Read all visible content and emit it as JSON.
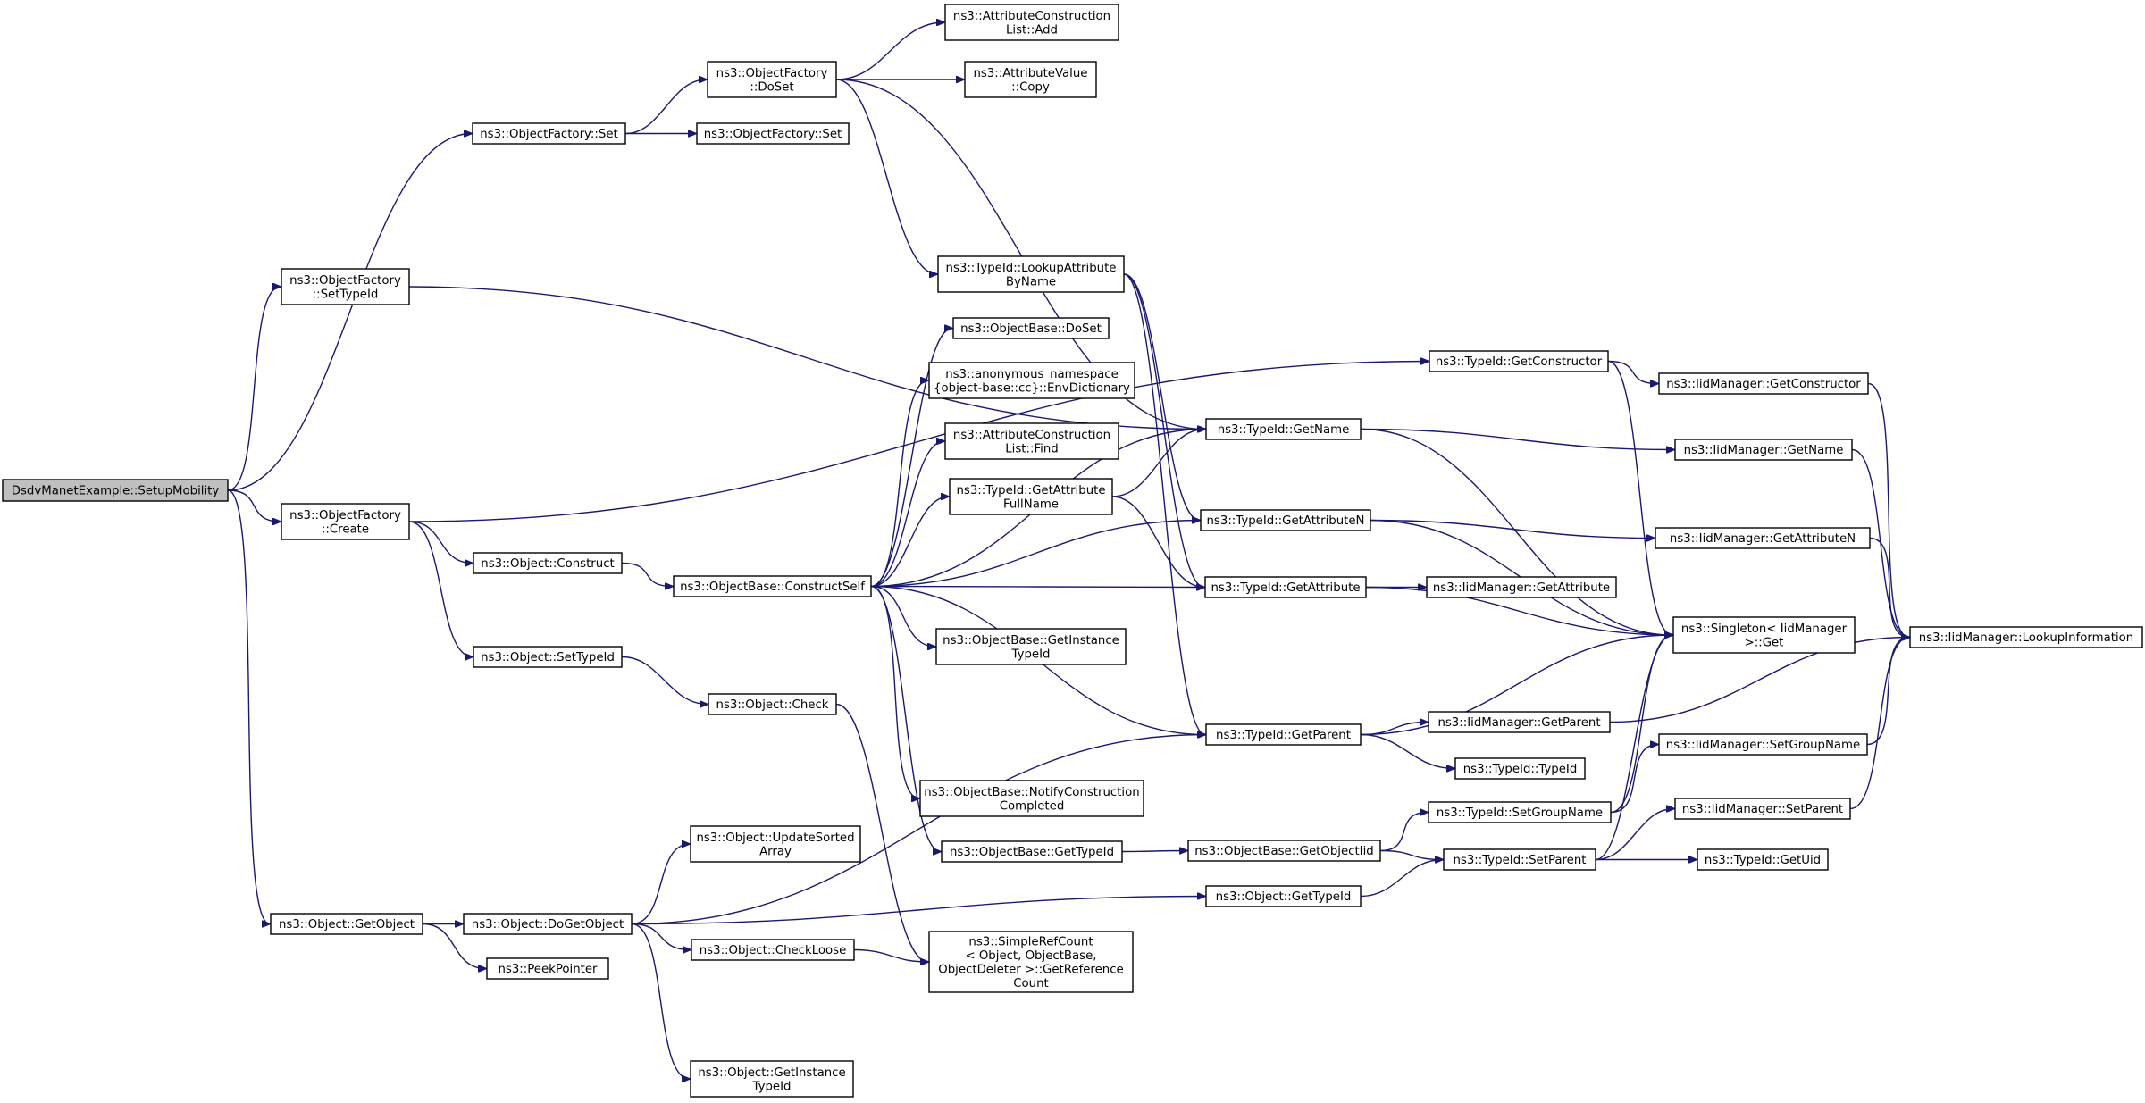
{
  "diagram": {
    "type": "call-graph",
    "colors": {
      "edge": "#191970",
      "node_border": "#000000",
      "root_fill": "#bfbfbf",
      "node_fill": "#ffffff"
    },
    "nodes": [
      {
        "id": "setupmobility",
        "lines": [
          "DsdvManetExample::SetupMobility"
        ],
        "root": true
      },
      {
        "id": "of_set",
        "lines": [
          "ns3::ObjectFactory::Set"
        ]
      },
      {
        "id": "of_settypeid",
        "lines": [
          "ns3::ObjectFactory",
          "::SetTypeId"
        ]
      },
      {
        "id": "of_create",
        "lines": [
          "ns3::ObjectFactory",
          "::Create"
        ]
      },
      {
        "id": "obj_getobject",
        "lines": [
          "ns3::Object::GetObject"
        ]
      },
      {
        "id": "of_doset",
        "lines": [
          "ns3::ObjectFactory",
          "::DoSet"
        ]
      },
      {
        "id": "of_set2",
        "lines": [
          "ns3::ObjectFactory::Set"
        ]
      },
      {
        "id": "acl_add",
        "lines": [
          "ns3::AttributeConstruction",
          "List::Add"
        ]
      },
      {
        "id": "av_copy",
        "lines": [
          "ns3::AttributeValue",
          "::Copy"
        ]
      },
      {
        "id": "tid_lookupattr",
        "lines": [
          "ns3::TypeId::LookupAttribute",
          "ByName"
        ]
      },
      {
        "id": "ob_doset",
        "lines": [
          "ns3::ObjectBase::DoSet"
        ]
      },
      {
        "id": "envdict",
        "lines": [
          "ns3::anonymous_namespace",
          "{object-base::cc}::EnvDictionary"
        ]
      },
      {
        "id": "acl_find",
        "lines": [
          "ns3::AttributeConstruction",
          "List::Find"
        ]
      },
      {
        "id": "tid_getattrfullname",
        "lines": [
          "ns3::TypeId::GetAttribute",
          "FullName"
        ]
      },
      {
        "id": "obj_construct",
        "lines": [
          "ns3::Object::Construct"
        ]
      },
      {
        "id": "ob_constructself",
        "lines": [
          "ns3::ObjectBase::ConstructSelf"
        ]
      },
      {
        "id": "obj_settypeid",
        "lines": [
          "ns3::Object::SetTypeId"
        ]
      },
      {
        "id": "obj_check",
        "lines": [
          "ns3::Object::Check"
        ]
      },
      {
        "id": "ob_getinstancetypeid",
        "lines": [
          "ns3::ObjectBase::GetInstance",
          "TypeId"
        ]
      },
      {
        "id": "ob_notify",
        "lines": [
          "ns3::ObjectBase::NotifyConstruction",
          "Completed"
        ]
      },
      {
        "id": "ob_gettypeid",
        "lines": [
          "ns3::ObjectBase::GetTypeId"
        ]
      },
      {
        "id": "obj_updatesorted",
        "lines": [
          "ns3::Object::UpdateSorted",
          "Array"
        ]
      },
      {
        "id": "obj_dogetobject",
        "lines": [
          "ns3::Object::DoGetObject"
        ]
      },
      {
        "id": "peekpointer",
        "lines": [
          "ns3::PeekPointer"
        ]
      },
      {
        "id": "obj_checkloose",
        "lines": [
          "ns3::Object::CheckLoose"
        ]
      },
      {
        "id": "simplerefcount",
        "lines": [
          "ns3::SimpleRefCount",
          "< Object, ObjectBase,",
          "ObjectDeleter >::GetReference",
          "Count"
        ]
      },
      {
        "id": "obj_getinstancetypeid",
        "lines": [
          "ns3::Object::GetInstance",
          "TypeId"
        ]
      },
      {
        "id": "tid_getconstructor",
        "lines": [
          "ns3::TypeId::GetConstructor"
        ]
      },
      {
        "id": "tid_getname",
        "lines": [
          "ns3::TypeId::GetName"
        ]
      },
      {
        "id": "tid_getattributen",
        "lines": [
          "ns3::TypeId::GetAttributeN"
        ]
      },
      {
        "id": "tid_getattribute",
        "lines": [
          "ns3::TypeId::GetAttribute"
        ]
      },
      {
        "id": "tid_getparent",
        "lines": [
          "ns3::TypeId::GetParent"
        ]
      },
      {
        "id": "ob_getobjectiid",
        "lines": [
          "ns3::ObjectBase::GetObjectIid"
        ]
      },
      {
        "id": "obj_gettypeid",
        "lines": [
          "ns3::Object::GetTypeId"
        ]
      },
      {
        "id": "iid_getconstructor",
        "lines": [
          "ns3::IidManager::GetConstructor"
        ]
      },
      {
        "id": "iid_getname",
        "lines": [
          "ns3::IidManager::GetName"
        ]
      },
      {
        "id": "iid_getattributen",
        "lines": [
          "ns3::IidManager::GetAttributeN"
        ]
      },
      {
        "id": "iid_getattribute",
        "lines": [
          "ns3::IidManager::GetAttribute"
        ]
      },
      {
        "id": "singleton_get",
        "lines": [
          "ns3::Singleton< IidManager",
          " >::Get"
        ]
      },
      {
        "id": "iid_getparent",
        "lines": [
          "ns3::IidManager::GetParent"
        ]
      },
      {
        "id": "tid_typeid",
        "lines": [
          "ns3::TypeId::TypeId"
        ]
      },
      {
        "id": "tid_setgroupname",
        "lines": [
          "ns3::TypeId::SetGroupName"
        ]
      },
      {
        "id": "tid_setparent",
        "lines": [
          "ns3::TypeId::SetParent"
        ]
      },
      {
        "id": "iid_setgroupname",
        "lines": [
          "ns3::IidManager::SetGroupName"
        ]
      },
      {
        "id": "iid_setparent",
        "lines": [
          "ns3::IidManager::SetParent"
        ]
      },
      {
        "id": "tid_getuid",
        "lines": [
          "ns3::TypeId::GetUid"
        ]
      },
      {
        "id": "iid_lookupinfo",
        "lines": [
          "ns3::IidManager::LookupInformation"
        ]
      }
    ],
    "edges": [
      [
        "setupmobility",
        "of_set"
      ],
      [
        "setupmobility",
        "of_settypeid"
      ],
      [
        "setupmobility",
        "of_create"
      ],
      [
        "setupmobility",
        "obj_getobject"
      ],
      [
        "of_set",
        "of_doset"
      ],
      [
        "of_set",
        "of_set2"
      ],
      [
        "of_doset",
        "acl_add"
      ],
      [
        "of_doset",
        "av_copy"
      ],
      [
        "of_doset",
        "tid_lookupattr"
      ],
      [
        "of_doset",
        "tid_getname"
      ],
      [
        "of_settypeid",
        "tid_getname"
      ],
      [
        "of_create",
        "tid_getconstructor"
      ],
      [
        "of_create",
        "obj_construct"
      ],
      [
        "of_create",
        "obj_settypeid"
      ],
      [
        "obj_construct",
        "ob_constructself"
      ],
      [
        "obj_settypeid",
        "obj_check"
      ],
      [
        "obj_check",
        "simplerefcount"
      ],
      [
        "tid_lookupattr",
        "tid_getattributen"
      ],
      [
        "tid_lookupattr",
        "tid_getattribute"
      ],
      [
        "tid_lookupattr",
        "tid_getparent"
      ],
      [
        "ob_constructself",
        "ob_doset"
      ],
      [
        "ob_constructself",
        "envdict"
      ],
      [
        "ob_constructself",
        "acl_find"
      ],
      [
        "ob_constructself",
        "tid_getattrfullname"
      ],
      [
        "ob_constructself",
        "tid_getattributen"
      ],
      [
        "ob_constructself",
        "tid_getattribute"
      ],
      [
        "ob_constructself",
        "ob_getinstancetypeid"
      ],
      [
        "ob_constructself",
        "tid_getname"
      ],
      [
        "ob_constructself",
        "tid_getparent"
      ],
      [
        "ob_constructself",
        "ob_notify"
      ],
      [
        "ob_constructself",
        "ob_gettypeid"
      ],
      [
        "tid_getattrfullname",
        "tid_getname"
      ],
      [
        "tid_getattrfullname",
        "tid_getattribute"
      ],
      [
        "ob_gettypeid",
        "ob_getobjectiid"
      ],
      [
        "obj_getobject",
        "obj_dogetobject"
      ],
      [
        "obj_getobject",
        "peekpointer"
      ],
      [
        "obj_dogetobject",
        "obj_updatesorted"
      ],
      [
        "obj_dogetobject",
        "obj_gettypeid"
      ],
      [
        "obj_dogetobject",
        "obj_checkloose"
      ],
      [
        "obj_dogetobject",
        "tid_getparent"
      ],
      [
        "obj_dogetobject",
        "obj_getinstancetypeid"
      ],
      [
        "obj_checkloose",
        "simplerefcount"
      ],
      [
        "tid_getconstructor",
        "iid_getconstructor"
      ],
      [
        "tid_getconstructor",
        "singleton_get"
      ],
      [
        "tid_getname",
        "iid_getname"
      ],
      [
        "tid_getname",
        "singleton_get"
      ],
      [
        "tid_getattributen",
        "iid_getattributen"
      ],
      [
        "tid_getattributen",
        "singleton_get"
      ],
      [
        "tid_getattribute",
        "iid_getattribute"
      ],
      [
        "tid_getattribute",
        "singleton_get"
      ],
      [
        "tid_getparent",
        "iid_getparent"
      ],
      [
        "tid_getparent",
        "tid_typeid"
      ],
      [
        "tid_getparent",
        "singleton_get"
      ],
      [
        "ob_getobjectiid",
        "tid_setgroupname"
      ],
      [
        "ob_getobjectiid",
        "tid_setparent"
      ],
      [
        "obj_gettypeid",
        "tid_setparent"
      ],
      [
        "tid_setgroupname",
        "iid_setgroupname"
      ],
      [
        "tid_setgroupname",
        "singleton_get"
      ],
      [
        "tid_setparent",
        "iid_setparent"
      ],
      [
        "tid_setparent",
        "tid_getuid"
      ],
      [
        "tid_setparent",
        "singleton_get"
      ],
      [
        "iid_getconstructor",
        "iid_lookupinfo"
      ],
      [
        "iid_getname",
        "iid_lookupinfo"
      ],
      [
        "iid_getattributen",
        "iid_lookupinfo"
      ],
      [
        "iid_getparent",
        "iid_lookupinfo"
      ],
      [
        "iid_setgroupname",
        "iid_lookupinfo"
      ],
      [
        "iid_setparent",
        "iid_lookupinfo"
      ]
    ]
  }
}
